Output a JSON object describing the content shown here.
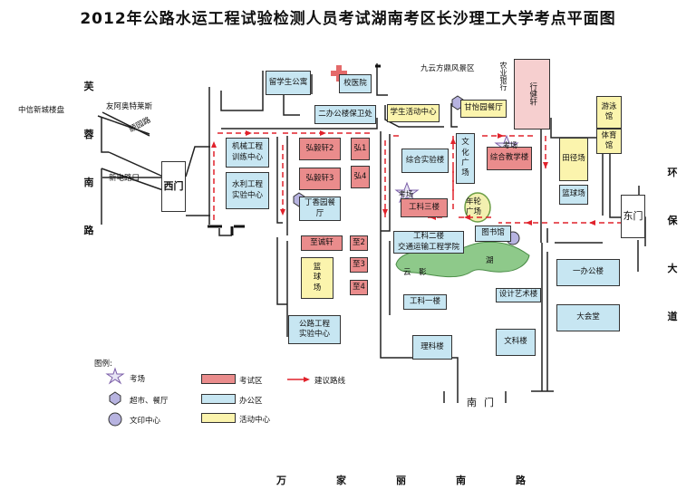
{
  "title": "2012年公路水运工程试验检测人员考试湖南考区长沙理工大学考点平面图",
  "roads": {
    "west": "芙蓉南路",
    "east": "环保大道",
    "south": "万家丽南路",
    "west_gate": "西门",
    "east_gate": "东门",
    "south_gate": "南门"
  },
  "outside_labels": {
    "zhongxin": "中信新城楼盘",
    "yiyou": "友阿奥特莱斯",
    "xindian": "新电路口",
    "jiuyun": "九云方鼎风景区",
    "yuanyi": "颐园路"
  },
  "buildings": {
    "liuxuesheng": "留学生公寓",
    "xiaoyiyuan": "校医院",
    "erban": "二办公楼保卫处",
    "xsactivity": "学生活动中心",
    "ganyi": "甘怡园餐厅",
    "nongye": "农业银行",
    "xingjian": "行健轩",
    "youyong": "游泳馆",
    "tiyu": "体育馆",
    "tianjing": "田径场",
    "lanqiu_e": "篮球场",
    "jixie": "机械工程\n训练中心",
    "shuili": "水利工程\n实验中心",
    "hongyi2": "弘毅轩2",
    "hong1": "弘1",
    "hongyi3": "弘毅轩3",
    "hong4": "弘4",
    "dingxiang": "丁香园餐厅",
    "zonghe_shiyan": "综合实验楼",
    "wenhua": "文\n化\n广\n场",
    "zonghe_jiaoxue": "综合教学楼",
    "gongke3": "工科三楼",
    "nianlun": "年轮\n广场",
    "gongke2": "工科二楼\n交通运输工程学院",
    "tushuguan": "图书馆",
    "yunying": "云　影",
    "hu": "湖",
    "zhicheng": "至诚轩",
    "zhi2": "至2",
    "zhi3": "至3",
    "zhi4": "至4",
    "lanqiu_w": "篮\n球\n场",
    "gongke1": "工科一楼",
    "sheji": "设计艺术楼",
    "yiban": "一办公楼",
    "dahuitang": "大会堂",
    "gonglu": "公路工程\n实验中心",
    "like": "理科楼",
    "wenke": "文科楼"
  },
  "markers": {
    "kaochang": "考场"
  },
  "legend": {
    "title": "图例:",
    "kaochang": "考场",
    "chaoshi": "超市、餐厅",
    "wenyin": "文印中心",
    "kaoshiqu": "考试区",
    "bangongqu": "办公区",
    "huodong": "活动中心",
    "luxian": "建议路线"
  },
  "colors": {
    "exam": "#ea8c8c",
    "office": "#c7e6f2",
    "activity": "#fbf4ad",
    "dorm": "#f6cfcf",
    "route": "#e0222b",
    "marker": "#b7b3e0",
    "lake": "#8ec98a"
  }
}
